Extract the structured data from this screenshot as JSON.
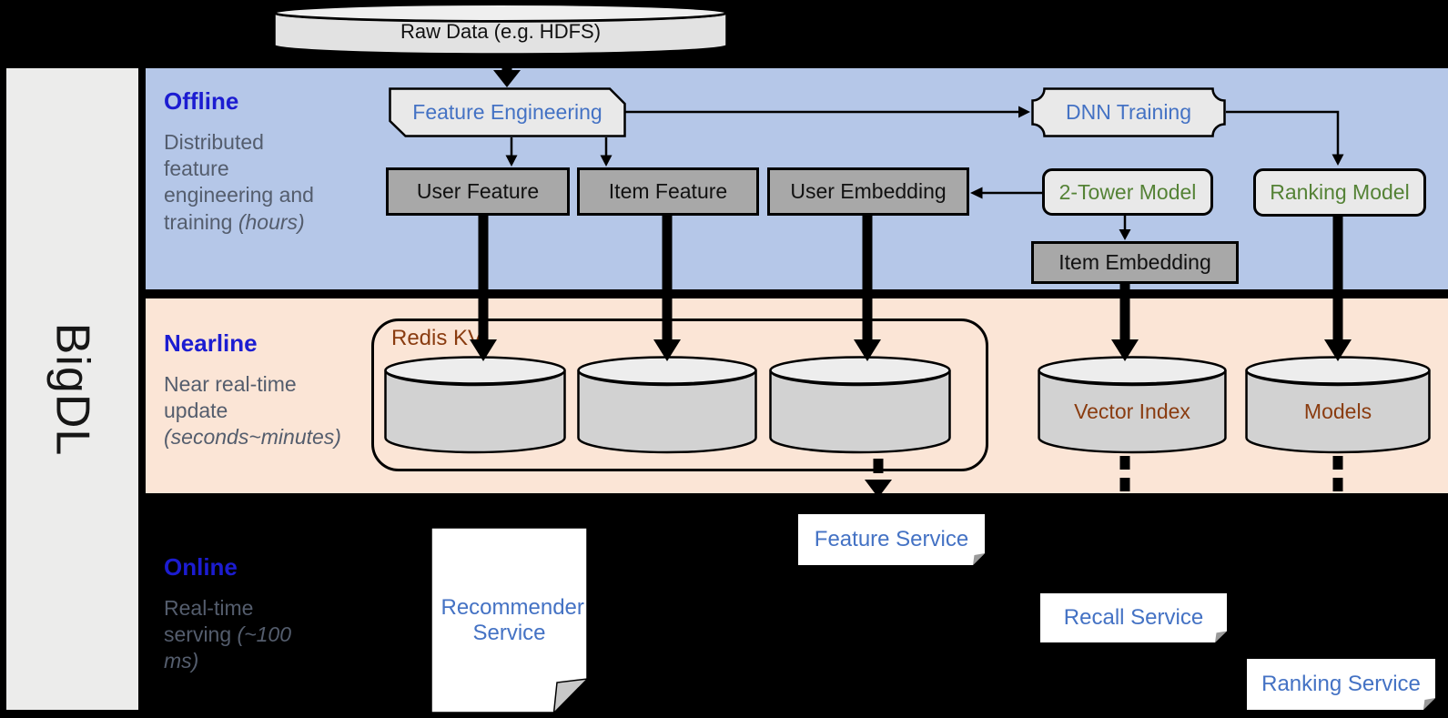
{
  "brand": {
    "name": "BigDL"
  },
  "source": {
    "label": "Raw Data (e.g. HDFS)"
  },
  "sections": {
    "offline": {
      "title": "Offline",
      "description": "Distributed feature engineering and training",
      "note": "(hours)"
    },
    "nearline": {
      "title": "Nearline",
      "description": "Near real-time update",
      "note": "(seconds~minutes)"
    },
    "online": {
      "title": "Online",
      "description": "Real-time serving",
      "note": "(~100 ms)"
    }
  },
  "nodes": {
    "feature_engineering": "Feature Engineering",
    "dnn_training": "DNN Training",
    "user_feature": "User Feature",
    "item_feature": "Item Feature",
    "user_embedding": "User Embedding",
    "two_tower_model": "2-Tower Model",
    "ranking_model": "Ranking Model",
    "item_embedding": "Item Embedding",
    "redis_kv": "Redis KV",
    "vector_index": "Vector Index",
    "models": "Models"
  },
  "services": {
    "recommender": "Recommender Service",
    "feature": "Feature Service",
    "recall": "Recall Service",
    "ranking": "Ranking Service"
  },
  "colors": {
    "offline_band": "#b5c7e8",
    "nearline_band": "#fbe5d6",
    "background": "#000000",
    "section_title_blue": "#1c1cd1",
    "section_text_gray": "#545d6d",
    "accent_blue": "#4472c4",
    "accent_green": "#548235",
    "accent_brown": "#8a3c10",
    "node_gray": "#a8a8a8",
    "node_light_gray": "#e9e9e9",
    "cylinder_gray": "#d2d2d2",
    "sidebar_gray": "#ececeb",
    "service_white": "#ffffff"
  }
}
